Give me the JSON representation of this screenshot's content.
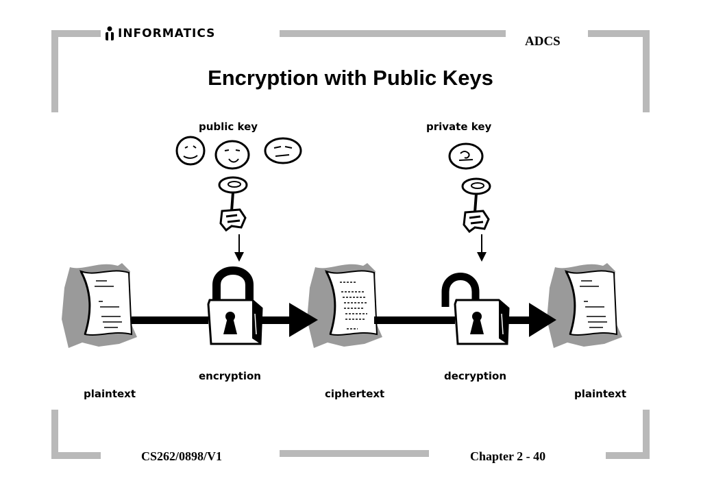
{
  "header": {
    "logo_text": "INFORMATICS",
    "course_tag": "ADCS",
    "title": "Encryption with Public Keys"
  },
  "diagram": {
    "public_key_label": "public key",
    "private_key_label": "private key",
    "stages": {
      "plaintext_in": "plaintext",
      "encryption": "encryption",
      "ciphertext": "ciphertext",
      "decryption": "decryption",
      "plaintext_out": "plaintext"
    }
  },
  "footer": {
    "course_code": "CS262/0898/V1",
    "page": "Chapter 2 - 40"
  },
  "colors": {
    "frame_gray": "#b9b9b9",
    "paper_shadow": "#9a9a9a"
  }
}
